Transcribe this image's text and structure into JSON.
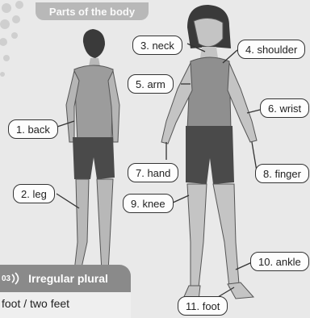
{
  "header": {
    "title": "Parts of the body"
  },
  "labels": {
    "neck": "3. neck",
    "shoulder": "4. shoulder",
    "arm": "5. arm",
    "wrist": "6. wrist",
    "back": "1. back",
    "hand": "7. hand",
    "finger": "8. finger",
    "leg": "2. leg",
    "knee": "9. knee",
    "ankle": "10. ankle",
    "foot": "11. foot"
  },
  "panel": {
    "number": "03",
    "title": "Irregular plural",
    "example": "foot / two feet"
  }
}
